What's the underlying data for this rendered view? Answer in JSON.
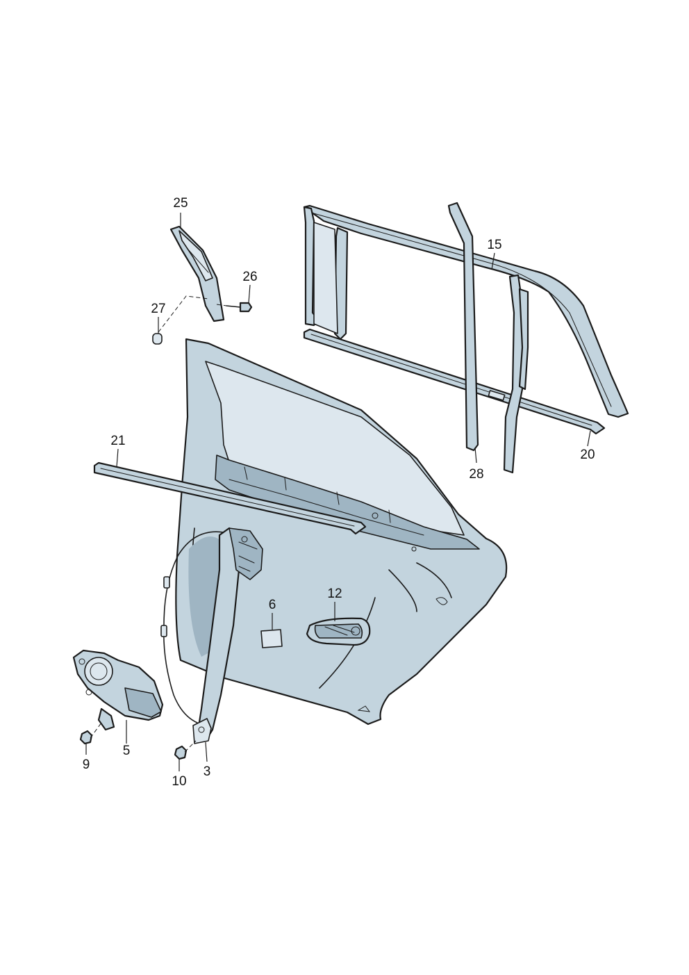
{
  "diagram": {
    "callouts": [
      {
        "id": "c25",
        "label": "25"
      },
      {
        "id": "c26",
        "label": "26"
      },
      {
        "id": "c27",
        "label": "27"
      },
      {
        "id": "c15",
        "label": "15"
      },
      {
        "id": "c21",
        "label": "21"
      },
      {
        "id": "c28",
        "label": "28"
      },
      {
        "id": "c20",
        "label": "20"
      },
      {
        "id": "c6",
        "label": "6"
      },
      {
        "id": "c12",
        "label": "12"
      },
      {
        "id": "c5",
        "label": "5"
      },
      {
        "id": "c9",
        "label": "9"
      },
      {
        "id": "c10",
        "label": "10"
      },
      {
        "id": "c3",
        "label": "3"
      }
    ],
    "colors": {
      "part_fill": "#c3d4de",
      "part_light": "#dde7ee",
      "part_dark": "#9fb5c3",
      "outline": "#1b1b1b"
    }
  }
}
